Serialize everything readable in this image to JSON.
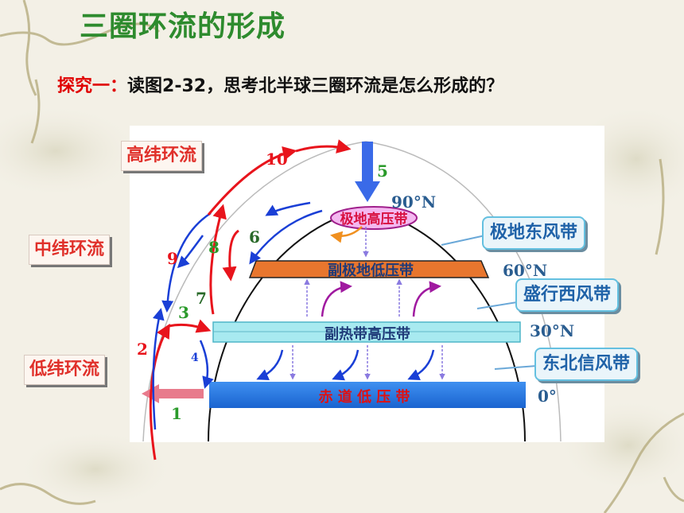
{
  "title": "三圈环流的形成",
  "subtitle": {
    "lead": "探究一：",
    "text": "读图2-32，思考北半球三圈环流是怎么形成的？"
  },
  "cells": {
    "high": "高纬环流",
    "mid": "中纬环流",
    "low": "低纬环流"
  },
  "wind_belts": {
    "polar_east": "极地东风带",
    "westerlies": "盛行西风带",
    "ne_trades": "东北信风带"
  },
  "pressure_belts": {
    "polar_high": "极地高压带",
    "subpolar_low": "副极地低压带",
    "subtropical_high": "副热带高压带",
    "equatorial_low": "赤 道 低 压 带"
  },
  "latitudes": {
    "p90": "90°N",
    "p60": "60°N",
    "p30": "30°N",
    "p0": "0°"
  },
  "arrow_numbers": [
    "1",
    "2",
    "3",
    "4",
    "5",
    "6",
    "7",
    "8",
    "9",
    "10"
  ],
  "colors": {
    "red": "#e8141c",
    "blue": "#1a3fd6",
    "title_green": "#2e8b2e",
    "equator_band": "#2f80e8",
    "subtropic_band": "#a8eaf0",
    "subpolar_band": "#e8762e"
  }
}
